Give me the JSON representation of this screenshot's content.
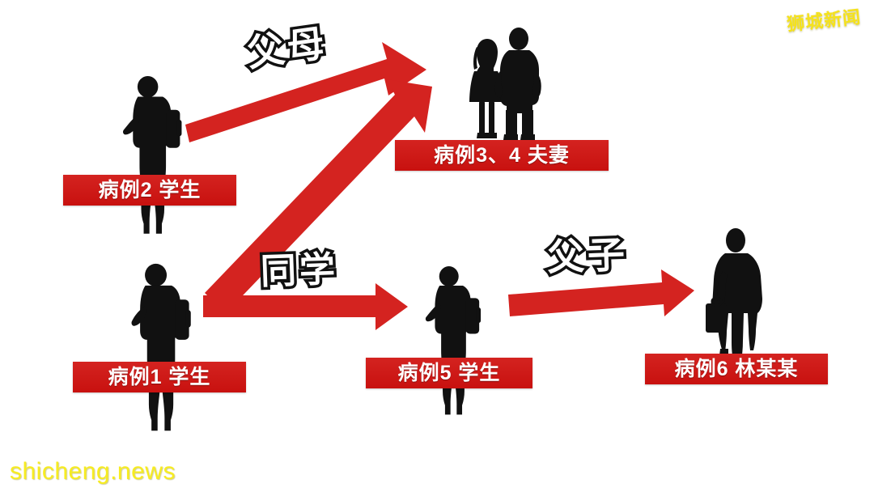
{
  "diagram": {
    "type": "transmission-chain",
    "background_color": "#ffffff",
    "accent_red": "#cf1a18",
    "silhouette_color": "#111111",
    "nodes": [
      {
        "id": "case2",
        "label": "病例2 学生",
        "figure": "student-with-backpack",
        "position": "upper-left"
      },
      {
        "id": "case34",
        "label": "病例3、4 夫妻",
        "figure": "couple-woman-and-man",
        "position": "upper-right"
      },
      {
        "id": "case1",
        "label": "病例1 学生",
        "figure": "student-with-backpack",
        "position": "lower-left"
      },
      {
        "id": "case5",
        "label": "病例5 学生",
        "figure": "student-with-backpack",
        "position": "lower-center"
      },
      {
        "id": "case6",
        "label": "病例6 林某某",
        "figure": "businessman-with-briefcase",
        "position": "lower-right"
      }
    ],
    "edges": [
      {
        "id": "edge-parents",
        "label": "父母",
        "from": "case2",
        "to": "case34"
      },
      {
        "id": "edge-classmate",
        "label": "同学",
        "from": "case1",
        "to": "case5"
      },
      {
        "id": "edge-fatherson",
        "label": "父子",
        "from": "case5",
        "to": "case6"
      },
      {
        "id": "edge-diagonal",
        "label": "",
        "from": "case1",
        "to": "case34"
      }
    ]
  },
  "watermarks": {
    "top_right": "狮城新闻",
    "bottom_left": "shicheng.news",
    "color": "#f5e21c"
  }
}
